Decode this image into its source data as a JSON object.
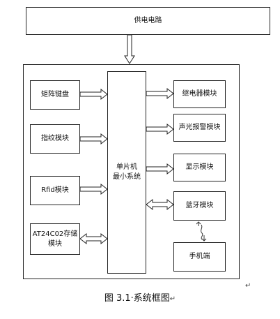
{
  "power": "供电电路",
  "left_modules": [
    "矩阵键盘",
    "指纹模块",
    "Rfid模块",
    "AT24C02存储模块"
  ],
  "mcu": [
    "单片机",
    "最小系统"
  ],
  "right_modules": [
    "继电器模块",
    "声光报警模块",
    "显示模块",
    "蓝牙模块",
    "手机端"
  ],
  "caption": "图 3.1·系统框图",
  "return_mark": "↵"
}
